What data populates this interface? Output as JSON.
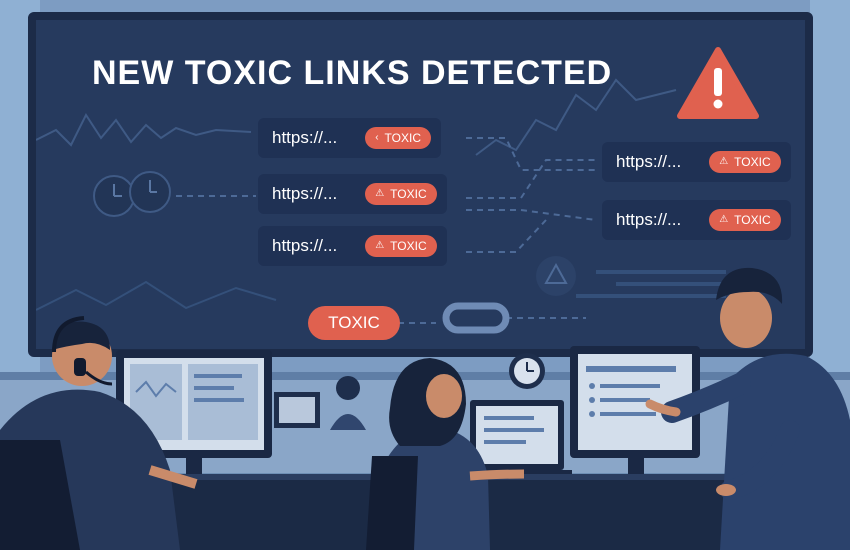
{
  "headline": "NEW TOXIC LINKS DETECTED",
  "links": [
    {
      "url": "https://...",
      "badge": "TOXIC",
      "icon": "chevron-left-icon"
    },
    {
      "url": "https://...",
      "badge": "TOXIC",
      "icon": "warning-icon"
    },
    {
      "url": "https://...",
      "badge": "TOXIC",
      "icon": "warning-icon"
    },
    {
      "url": "https://...",
      "badge": "TOXIC",
      "icon": "warning-icon"
    },
    {
      "url": "https://...",
      "badge": "TOXIC",
      "icon": "warning-icon"
    }
  ],
  "big_badge": "TOXIC",
  "colors": {
    "board": "#263a5e",
    "card": "#1f3154",
    "toxic": "#e0614f",
    "alert": "#e0614f",
    "wall": "#7d9cc2"
  },
  "icons": [
    "warning-triangle-icon",
    "clock-icon",
    "chain-link-icon",
    "warning-icon"
  ]
}
